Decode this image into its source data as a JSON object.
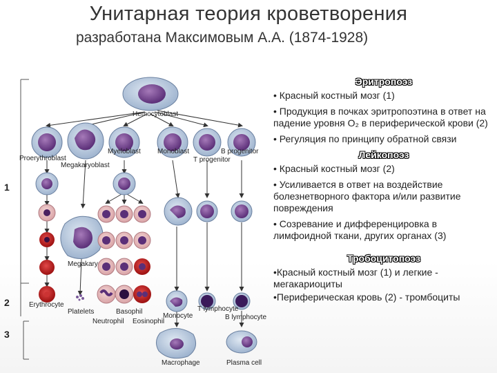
{
  "header": {
    "title": "Унитарная теория кроветворения",
    "subtitle": "разработана Максимовым А.А. (1874-1928)"
  },
  "levels": [
    "1",
    "2",
    "3"
  ],
  "diagram": {
    "labels": {
      "hemocytoblast": "Hemocytoblast",
      "proerythroblast": "Proerythroblast",
      "megakaryoblast": "Megakaryoblast",
      "myeloblast": "Myeloblast",
      "monoblast": "Monoblast",
      "b_progenitor": "B progenitor",
      "t_progenitor": "T progenitor",
      "megakaryocyte": "Megakaryocyte",
      "erythrocyte": "Erythrocyte",
      "platelets": "Platelets",
      "basophil": "Basophil",
      "neutrophil": "Neutrophil",
      "eosinophil": "Eosinophil",
      "monocyte": "Monocyte",
      "t_lymphocyte": "T lymphocyte",
      "b_lymphocyte": "B lymphocyte",
      "macrophage": "Macrophage",
      "plasma_cell": "Plasma cell"
    }
  },
  "panel": {
    "erythro": {
      "title": "Эритропоэз",
      "items": [
        "• Красный костный мозг (1)",
        "• Продукция в почках эритропоэтина в ответ на падение уровня О₂ в периферической крови (2)",
        "• Регуляция по принципу обратной связи"
      ]
    },
    "leuko": {
      "title": "Лейкопоэз",
      "items": [
        "• Красный костный мозг (2)",
        "• Усиливается в ответ на воздействие болезнетворного фактора и/или развитие повреждения",
        "• Созревание и дифференцировка в лимфоидной ткани, других органах (3)"
      ]
    },
    "thrombo": {
      "title": "Тробоцитопоэз",
      "items": [
        "•Красный костный мозг (1) и легкие - мегакариоциты",
        "•Периферическая кровь (2) - тромбоциты"
      ]
    }
  }
}
